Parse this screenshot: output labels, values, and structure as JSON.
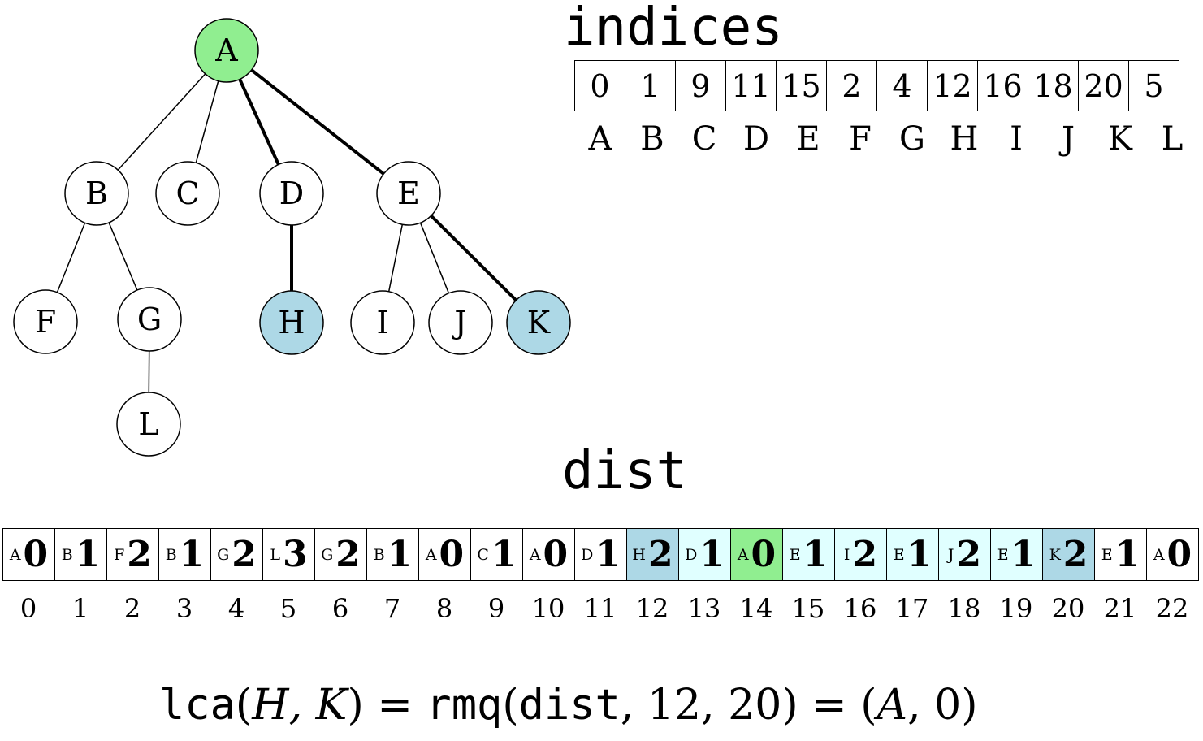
{
  "titles": {
    "indices": "indices",
    "dist": "dist"
  },
  "colors": {
    "root": "#90EE90",
    "query_node": "#ADD8E6",
    "range_cell": "#E0FFFF",
    "white": "#FFFFFF",
    "stroke": "#000000"
  },
  "tree": {
    "nodes": [
      {
        "id": "A",
        "label": "A",
        "fill": "root"
      },
      {
        "id": "B",
        "label": "B",
        "fill": "white"
      },
      {
        "id": "C",
        "label": "C",
        "fill": "white"
      },
      {
        "id": "D",
        "label": "D",
        "fill": "white"
      },
      {
        "id": "E",
        "label": "E",
        "fill": "white"
      },
      {
        "id": "F",
        "label": "F",
        "fill": "white"
      },
      {
        "id": "G",
        "label": "G",
        "fill": "white"
      },
      {
        "id": "H",
        "label": "H",
        "fill": "query_node"
      },
      {
        "id": "I",
        "label": "I",
        "fill": "white"
      },
      {
        "id": "J",
        "label": "J",
        "fill": "white"
      },
      {
        "id": "K",
        "label": "K",
        "fill": "query_node"
      },
      {
        "id": "L",
        "label": "L",
        "fill": "white"
      }
    ],
    "edges": [
      {
        "from": "A",
        "to": "B",
        "bold": false
      },
      {
        "from": "A",
        "to": "C",
        "bold": false
      },
      {
        "from": "A",
        "to": "D",
        "bold": true
      },
      {
        "from": "A",
        "to": "E",
        "bold": true
      },
      {
        "from": "B",
        "to": "F",
        "bold": false
      },
      {
        "from": "B",
        "to": "G",
        "bold": false
      },
      {
        "from": "G",
        "to": "L",
        "bold": false
      },
      {
        "from": "D",
        "to": "H",
        "bold": true
      },
      {
        "from": "E",
        "to": "I",
        "bold": false
      },
      {
        "from": "E",
        "to": "J",
        "bold": false
      },
      {
        "from": "E",
        "to": "K",
        "bold": true
      }
    ]
  },
  "indices": {
    "values": [
      "0",
      "1",
      "9",
      "11",
      "15",
      "2",
      "4",
      "12",
      "16",
      "18",
      "20",
      "5"
    ],
    "labels": [
      "A",
      "B",
      "C",
      "D",
      "E",
      "F",
      "G",
      "H",
      "I",
      "J",
      "K",
      "L"
    ]
  },
  "dist": {
    "cells": [
      {
        "node": "A",
        "depth": "0",
        "fill": "white"
      },
      {
        "node": "B",
        "depth": "1",
        "fill": "white"
      },
      {
        "node": "F",
        "depth": "2",
        "fill": "white"
      },
      {
        "node": "B",
        "depth": "1",
        "fill": "white"
      },
      {
        "node": "G",
        "depth": "2",
        "fill": "white"
      },
      {
        "node": "L",
        "depth": "3",
        "fill": "white"
      },
      {
        "node": "G",
        "depth": "2",
        "fill": "white"
      },
      {
        "node": "B",
        "depth": "1",
        "fill": "white"
      },
      {
        "node": "A",
        "depth": "0",
        "fill": "white"
      },
      {
        "node": "C",
        "depth": "1",
        "fill": "white"
      },
      {
        "node": "A",
        "depth": "0",
        "fill": "white"
      },
      {
        "node": "D",
        "depth": "1",
        "fill": "white"
      },
      {
        "node": "H",
        "depth": "2",
        "fill": "query_node"
      },
      {
        "node": "D",
        "depth": "1",
        "fill": "range_cell"
      },
      {
        "node": "A",
        "depth": "0",
        "fill": "root"
      },
      {
        "node": "E",
        "depth": "1",
        "fill": "range_cell"
      },
      {
        "node": "I",
        "depth": "2",
        "fill": "range_cell"
      },
      {
        "node": "E",
        "depth": "1",
        "fill": "range_cell"
      },
      {
        "node": "J",
        "depth": "2",
        "fill": "range_cell"
      },
      {
        "node": "E",
        "depth": "1",
        "fill": "range_cell"
      },
      {
        "node": "K",
        "depth": "2",
        "fill": "query_node"
      },
      {
        "node": "E",
        "depth": "1",
        "fill": "white"
      },
      {
        "node": "A",
        "depth": "0",
        "fill": "white"
      }
    ],
    "indices": [
      "0",
      "1",
      "2",
      "3",
      "4",
      "5",
      "6",
      "7",
      "8",
      "9",
      "10",
      "11",
      "12",
      "13",
      "14",
      "15",
      "16",
      "17",
      "18",
      "19",
      "20",
      "21",
      "22"
    ]
  },
  "formula": {
    "lca": "lca",
    "args1": "H, K",
    "eq1": "=",
    "rmq": "rmq",
    "dist": "dist",
    "range": ", 12, 20",
    "eq2": "=",
    "result_node": "A",
    "result_depth": ", 0"
  }
}
